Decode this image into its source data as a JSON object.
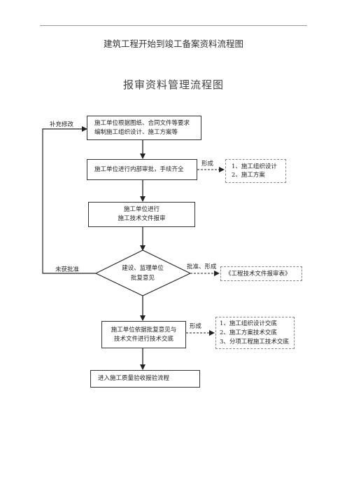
{
  "document_title": "建筑工程开始到竣工备案资料流程图",
  "chart_title": "报审资料管理流程图",
  "steps": {
    "prepare": [
      "施工单位根据图纸、合同文件等要求",
      "编制施工组织设计、施工方案等"
    ],
    "internal_review": "施工单位进行内部审批，手续齐全",
    "submit": [
      "施工单位进行",
      "施工技术文件报审"
    ],
    "approval": [
      "建设、监理单位",
      "批复意见"
    ],
    "disclosure": [
      "施工单位依据批复意见与",
      "技术文件进行技术交底"
    ],
    "next": "进入施工质量验收报验流程"
  },
  "outputs": {
    "internal_review": [
      "1、施工组织设计",
      "2、施工方案"
    ],
    "approval": "《工程技术文件报审表》",
    "disclosure": [
      "1、施工组织设计交底",
      "2、施工方案技术交底",
      "3、分项工程施工技术交底"
    ]
  },
  "labels": {
    "revise": "补充修改",
    "not_approved": "未获批准",
    "form_1": "形成",
    "approve_form": "批准、形成",
    "form_2": "形成"
  }
}
